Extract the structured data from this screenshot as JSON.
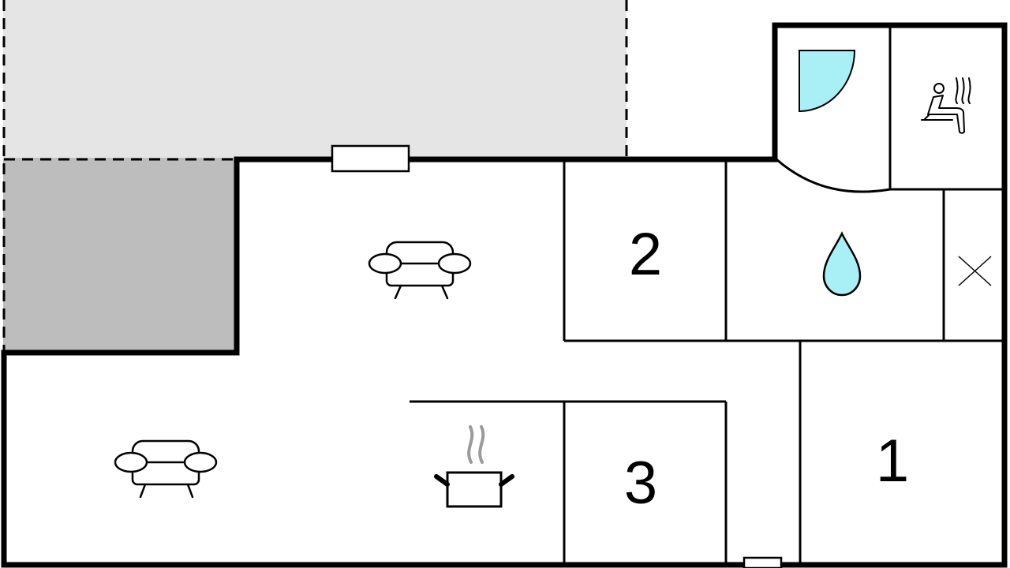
{
  "floor_plan": {
    "rooms": [
      {
        "id": "bedroom-1",
        "number_label": "1",
        "type": "bedroom"
      },
      {
        "id": "bedroom-2",
        "number_label": "2",
        "type": "bedroom"
      },
      {
        "id": "bedroom-3",
        "number_label": "3",
        "type": "bedroom"
      },
      {
        "id": "living-upper",
        "type": "living-room",
        "icon": "sofa-icon"
      },
      {
        "id": "living-lower",
        "type": "living-room",
        "icon": "sofa-icon"
      },
      {
        "id": "kitchen",
        "type": "kitchen",
        "icon": "cooking-pot-icon"
      },
      {
        "id": "bathroom",
        "type": "bathroom",
        "icon": "water-drop-icon"
      },
      {
        "id": "shower",
        "type": "shower",
        "icon": "shower-icon"
      },
      {
        "id": "sauna",
        "type": "sauna",
        "icon": "sauna-icon"
      },
      {
        "id": "toilet",
        "type": "wc",
        "icon": "toilet-cross-icon"
      },
      {
        "id": "terrace-covered",
        "type": "covered-terrace"
      },
      {
        "id": "terrace-open",
        "type": "open-terrace"
      }
    ]
  },
  "colors": {
    "wall": "#000000",
    "terrace_open": "#e5e5e5",
    "terrace_covered": "#bdbdbd",
    "water": "#a8f0f5",
    "steam": "#9a9a9a"
  }
}
